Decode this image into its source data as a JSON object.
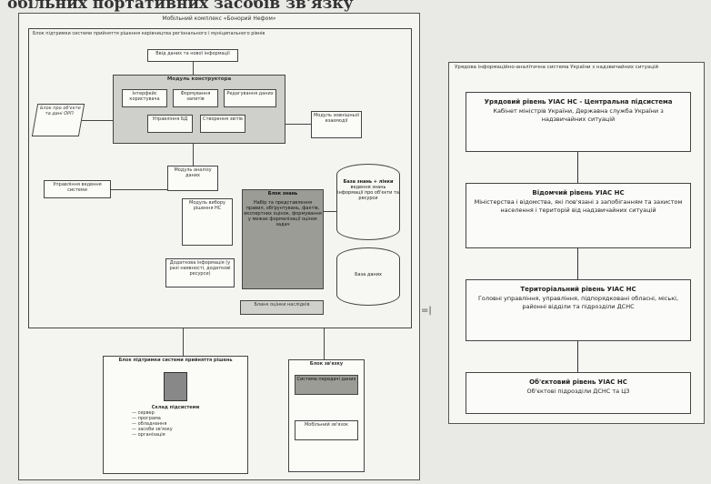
{
  "page": {
    "header_text": "обільних портативних засобів зв'язку"
  },
  "left_diagram": {
    "frame_title": "Мобільний комплекс «Бонорий Нефом»",
    "system_title": "Блок підтримки системи прийняття рішення керівництва регіонального і муніципального рівнів",
    "input_box": "Ввід даних та нової інформації",
    "module_constructor": "Модуль конструктора",
    "submodules": [
      "Інтерфейс користувача",
      "Формування запитів",
      "Редагування даних",
      "Управління БД",
      "Створення звітів"
    ],
    "left_data": "Блок про об'єкти та дані ОРП",
    "right_module": "Модуль зовнішньої взаємодії",
    "module_analysis": "Модуль аналізу даних",
    "user_note": "Управління ведення системи",
    "decision_module": "Модуль вибору рішення НС",
    "knowledge_block_title": "Блок знань",
    "knowledge_block_text": "Набір та представлення правил, обґрунтувань, фактів, експертних оцінок, формування у межах формалізації оцінок задач",
    "knowledge_db": "База знань + лінки",
    "knowledge_db_text": "ведення знань інформації про об'єкти та ресурси",
    "database": "База даних",
    "extra_info": "Додаткова інформація (у разі наявності, додаткові ресурси)",
    "bottom_strip": "Бланк оцінки наслідків",
    "bottom_left_title": "Блок підтримки системи прийняття рішень",
    "bottom_left_heading": "Склад підсистеми",
    "bottom_left_items": [
      "— сервер",
      "— програма",
      "— обладнання",
      "— засоби зв'язку",
      "— організація"
    ],
    "bottom_right_title": "Блок зв'язку",
    "bottom_right_box1": "Система передачі даних",
    "bottom_right_box2": "Мобільний зв'язок"
  },
  "right_diagram": {
    "title": "Урядова інформаційно-аналітична система України з надзвичайних ситуацій",
    "levels": [
      {
        "title": "Урядовий рівень УІАС НС - Центральна підсистема",
        "desc": "Кабінет міністрів України, Державна служба України з надзвичайних ситуацій"
      },
      {
        "title": "Відомчий рівень УІАС НС",
        "desc": "Міністерства і відомства, які пов'язані з запобіганням та захистом населення і територій від надзвичайних ситуацій"
      },
      {
        "title": "Територіальний рівень УІАС НС",
        "desc": "Головні управління, управління, підпорядковані обласні, міські, районні відділи та підрозділи ДСНС"
      },
      {
        "title": "Об'єктовий рівень УІАС НС",
        "desc": "Об'єктові підрозділи ДСНС та ЦЗ"
      }
    ]
  }
}
